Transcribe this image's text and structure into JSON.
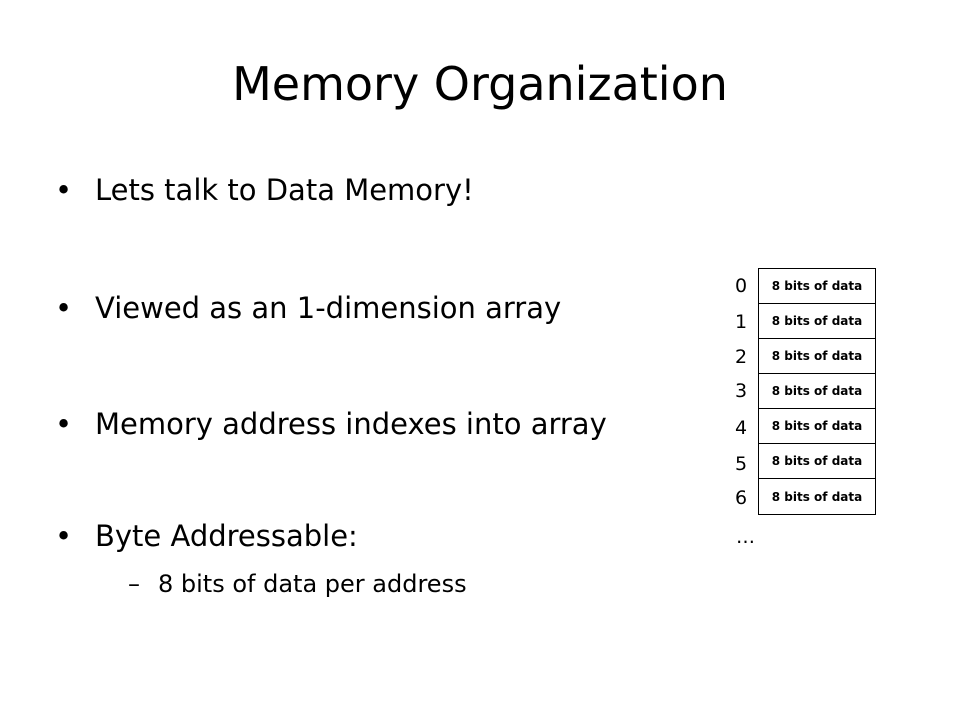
{
  "slide": {
    "title": "Memory Organization",
    "bullets": [
      "Lets talk to Data Memory!",
      "Viewed as an 1-dimension array",
      "Memory address indexes into array",
      "Byte Addressable:"
    ],
    "sub_bullet": "8 bits of data per address",
    "bullet_symbol": "•",
    "sub_bullet_symbol": "–"
  },
  "memory": {
    "indexes": [
      "0",
      "1",
      "2",
      "3",
      "4",
      "5",
      "6"
    ],
    "cell_label": "8 bits of data",
    "ellipsis": "…"
  }
}
